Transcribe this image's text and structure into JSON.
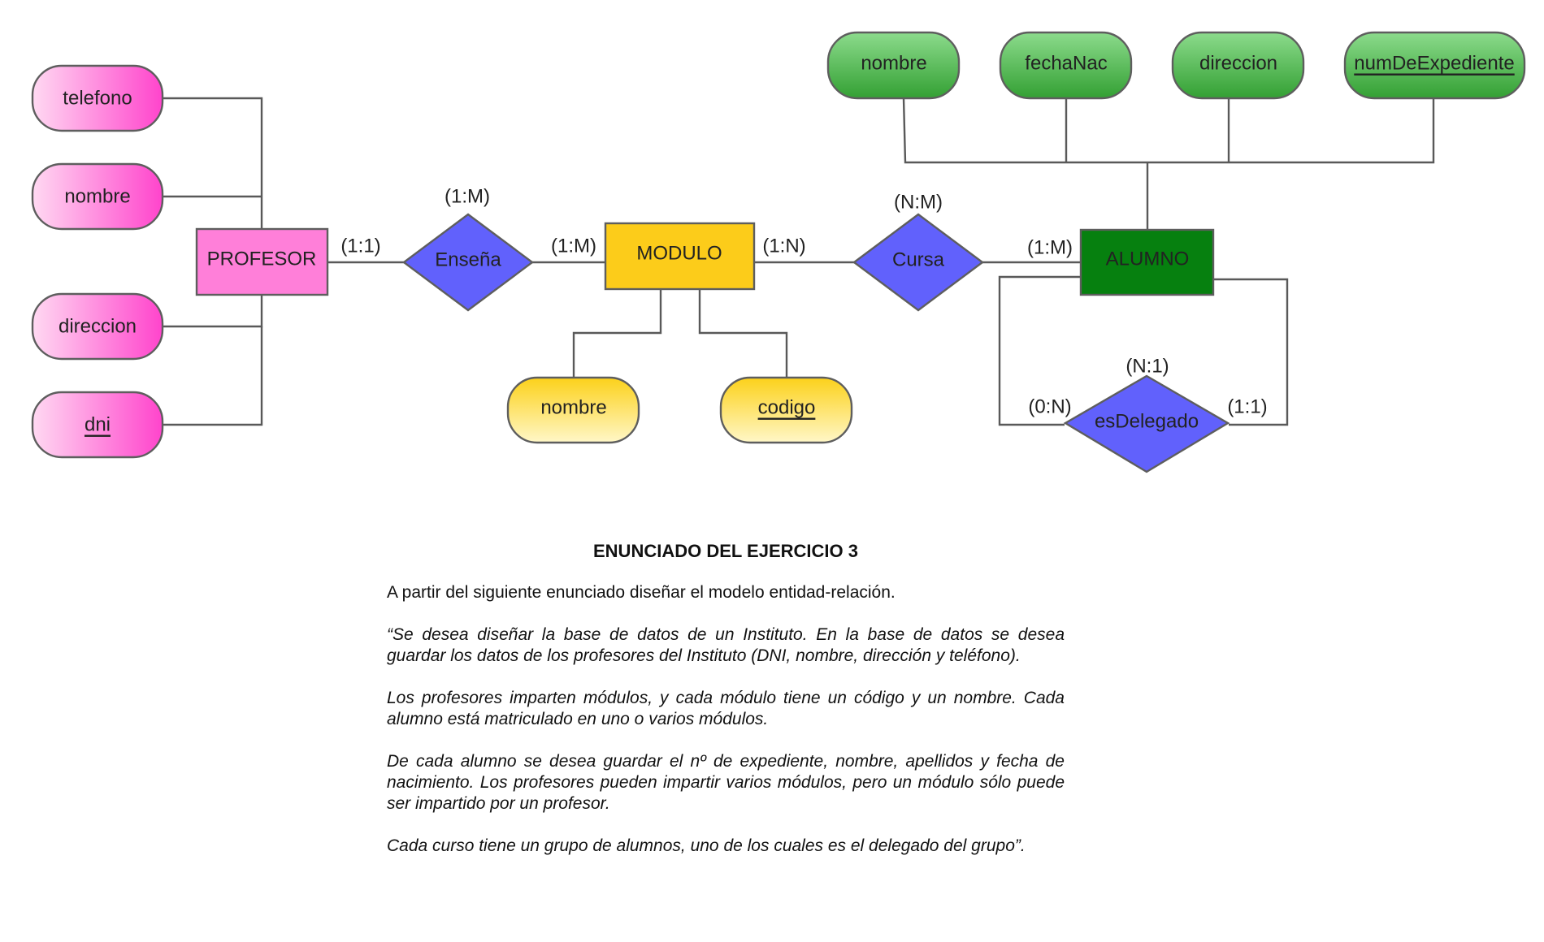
{
  "diagram": {
    "entities": {
      "profesor": "PROFESOR",
      "modulo": "MODULO",
      "alumno": "ALUMNO"
    },
    "relationships": {
      "ensena": "Enseña",
      "cursa": "Cursa",
      "es_delegado": "esDelegado"
    },
    "attributes": {
      "profesor": {
        "telefono": "telefono",
        "nombre": "nombre",
        "direccion": "direccion",
        "dni": "dni"
      },
      "modulo": {
        "nombre": "nombre",
        "codigo": "codigo"
      },
      "alumno": {
        "nombre": "nombre",
        "fecha_nac": "fechaNac",
        "direccion": "direccion",
        "num_expediente": "numDeExpediente"
      }
    },
    "cardinalities": {
      "profesor_ensena": "(1:1)",
      "ensena": "(1:M)",
      "ensena_modulo": "(1:M)",
      "modulo_cursa": "(1:N)",
      "cursa": "(N:M)",
      "cursa_alumno": "(1:M)",
      "delegado": "(N:1)",
      "delegado_left": "(0:N)",
      "delegado_right": "(1:1)"
    },
    "colors": {
      "profesor": "#ff7fd9",
      "modulo": "#fccc1a",
      "alumno": "#06800f",
      "relationship": "#6161fc",
      "attribute_pink_light": "#ffd9f2",
      "attribute_pink_dark": "#ff44cc",
      "attribute_yellow_dark": "#fcd11a",
      "attribute_yellow_light": "#fff7c8",
      "attribute_green_light": "#8cdb8c",
      "attribute_green_dark": "#33a033",
      "line": "#595959"
    }
  },
  "statement": {
    "title": "ENUNCIADO DEL EJERCICIO 3",
    "intro": "A partir del siguiente enunciado diseñar el modelo entidad-relación.",
    "paragraphs": [
      "“Se desea diseñar la base de datos de un Instituto. En la base de datos se desea guardar los datos de los profesores del Instituto (DNI, nombre, dirección y teléfono).",
      "Los profesores imparten módulos, y cada módulo tiene un código y un nombre. Cada alumno está matriculado en uno o varios módulos.",
      "De cada alumno se desea guardar el nº de expediente, nombre, apellidos y fecha de nacimiento. Los profesores pueden impartir varios módulos, pero un módulo sólo puede ser impartido por un profesor.",
      "Cada curso tiene un grupo de alumnos, uno de los cuales es el delegado del grupo”."
    ]
  }
}
